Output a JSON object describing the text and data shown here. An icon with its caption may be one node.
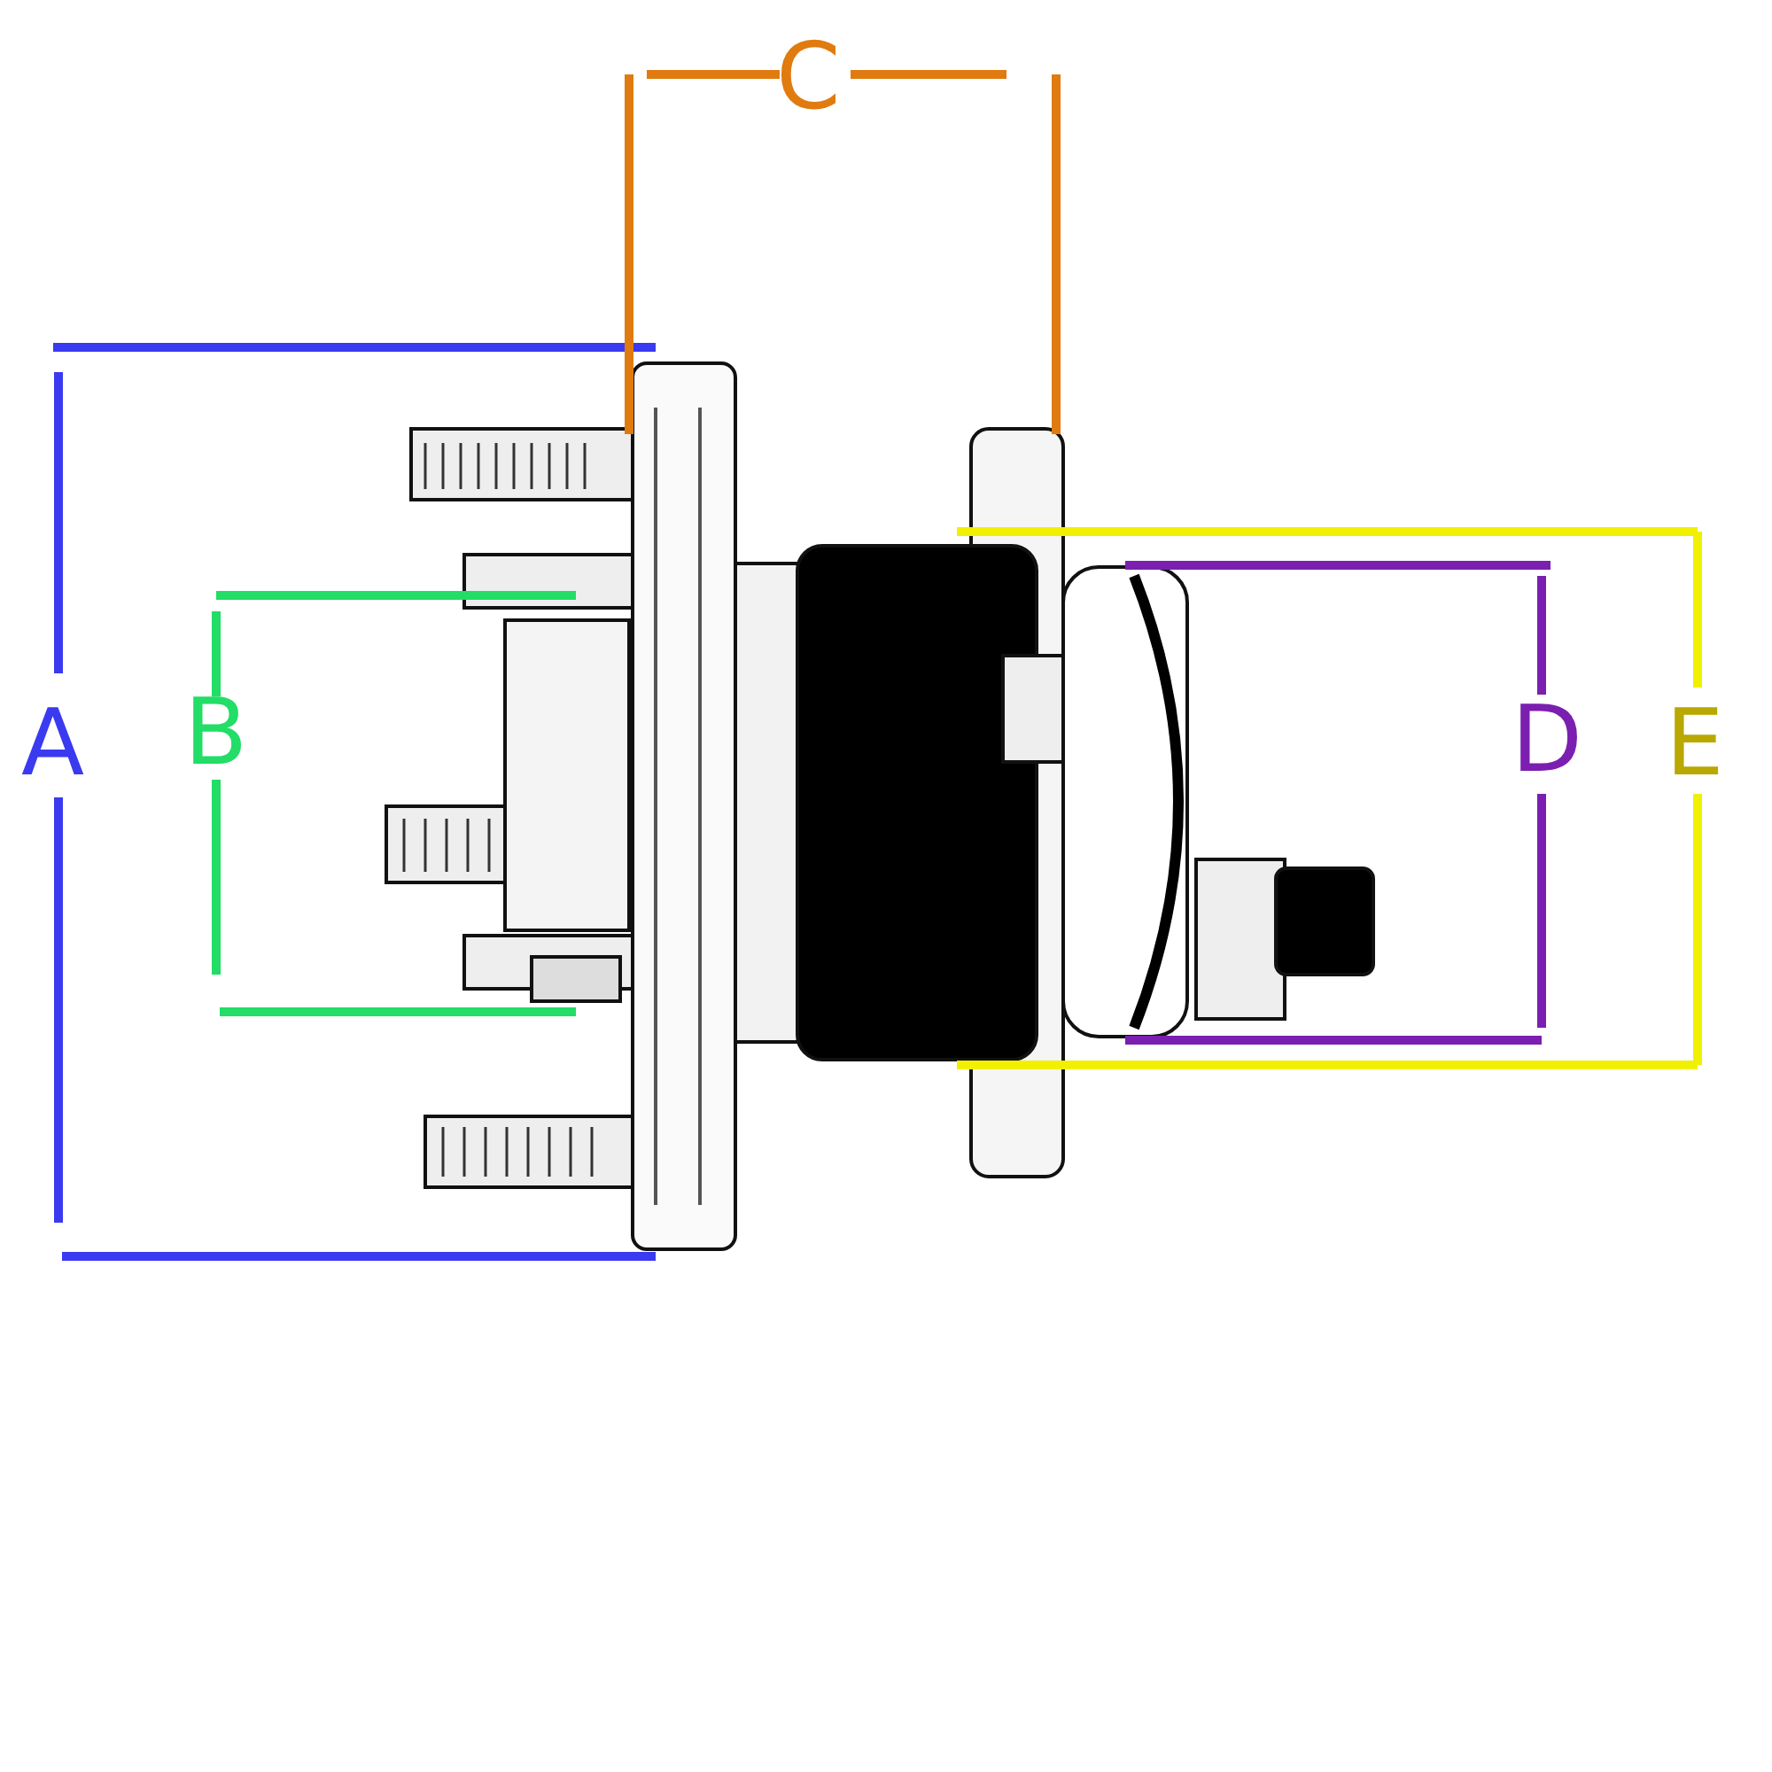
{
  "diagram": {
    "labels": [
      "C",
      "A",
      "B",
      "D",
      "E"
    ]
  }
}
